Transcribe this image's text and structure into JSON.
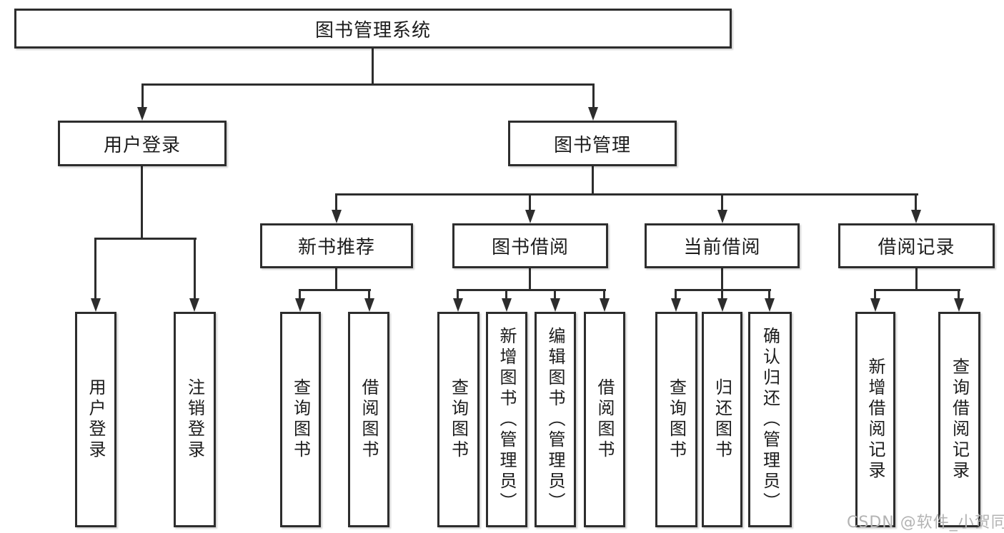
{
  "diagram_title": "图书管理系统",
  "nodes": {
    "root": "图书管理系统",
    "user_login": "用户登录",
    "book_mgmt": "图书管理",
    "new_book_rec": "新书推荐",
    "book_borrow": "图书借阅",
    "current_borrow": "当前借阅",
    "borrow_record": "借阅记录",
    "leaf_user_login": "用户登录",
    "leaf_logout": "注销登录",
    "leaf_query_book_1": "查询图书",
    "leaf_borrow_book_1": "借阅图书",
    "leaf_query_book_2": "查询图书",
    "leaf_add_book": "新增图书（管理员）",
    "leaf_edit_book": "编辑图书（管理员）",
    "leaf_borrow_book_2": "借阅图书",
    "leaf_query_book_3": "查询图书",
    "leaf_return_book": "归还图书",
    "leaf_confirm_return": "确认归还（管理员）",
    "leaf_add_record": "新增借阅记录",
    "leaf_query_record": "查询借阅记录"
  },
  "hierarchy": {
    "图书管理系统": {
      "用户登录": [
        "用户登录",
        "注销登录"
      ],
      "图书管理": {
        "新书推荐": [
          "查询图书",
          "借阅图书"
        ],
        "图书借阅": [
          "查询图书",
          "新增图书（管理员）",
          "编辑图书（管理员）",
          "借阅图书"
        ],
        "当前借阅": [
          "查询图书",
          "归还图书",
          "确认归还（管理员）"
        ],
        "借阅记录": [
          "新增借阅记录",
          "查询借阅记录"
        ]
      }
    }
  },
  "watermark": "CSDN @软件_小贺同学",
  "colors": {
    "line": "#2d2d2d",
    "box_border": "#2d2d2d",
    "box_background": "#ffffff",
    "text": "#1c1c1c",
    "watermark": "#b3b3b3",
    "page_background": "#ffffff"
  }
}
